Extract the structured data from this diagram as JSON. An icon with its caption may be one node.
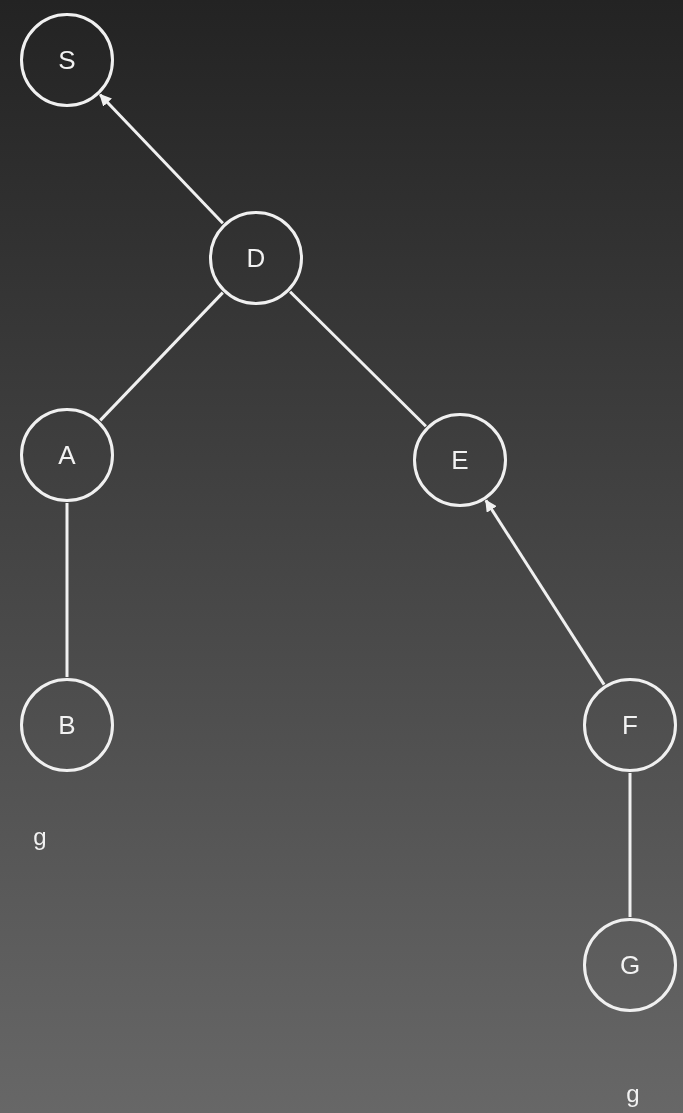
{
  "diagram": {
    "nodes": [
      {
        "text": [
          "S"
        ]
      },
      {
        "text": [
          "D"
        ]
      },
      {
        "text": [
          "A"
        ]
      },
      {
        "text": [
          "E"
        ]
      },
      {
        "text": [
          "B"
        ],
        "beside": [
          "g"
        ]
      },
      {
        "text": [
          "F"
        ]
      },
      {
        "text": [
          "G"
        ],
        "beside": [
          "g"
        ]
      }
    ],
    "edges": [
      {
        "from": 1,
        "to": 0,
        "arrow": "to"
      },
      {
        "from": 1,
        "to": 2,
        "arrow": "none"
      },
      {
        "from": 1,
        "to": 3,
        "arrow": "none"
      },
      {
        "from": 2,
        "to": 4,
        "arrow": "none"
      },
      {
        "from": 5,
        "to": 3,
        "arrow": "to"
      },
      {
        "from": 5,
        "to": 6,
        "arrow": "none"
      }
    ]
  }
}
